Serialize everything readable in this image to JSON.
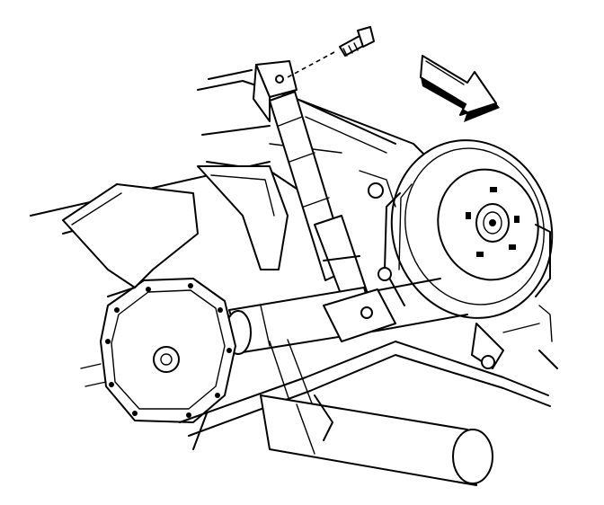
{
  "diagram": {
    "kind": "exploded-view-line-art",
    "components": [
      "bolt",
      "upper-shock-mount",
      "shock-absorber",
      "brake-rotor",
      "wheel-hub",
      "axle-housing",
      "differential-cover",
      "leaf-spring",
      "lower-shock-mount",
      "frame-rail"
    ],
    "direction_arrow": "front-of-vehicle-arrow"
  },
  "colors": {
    "line": "#000000",
    "background": "#ffffff"
  }
}
